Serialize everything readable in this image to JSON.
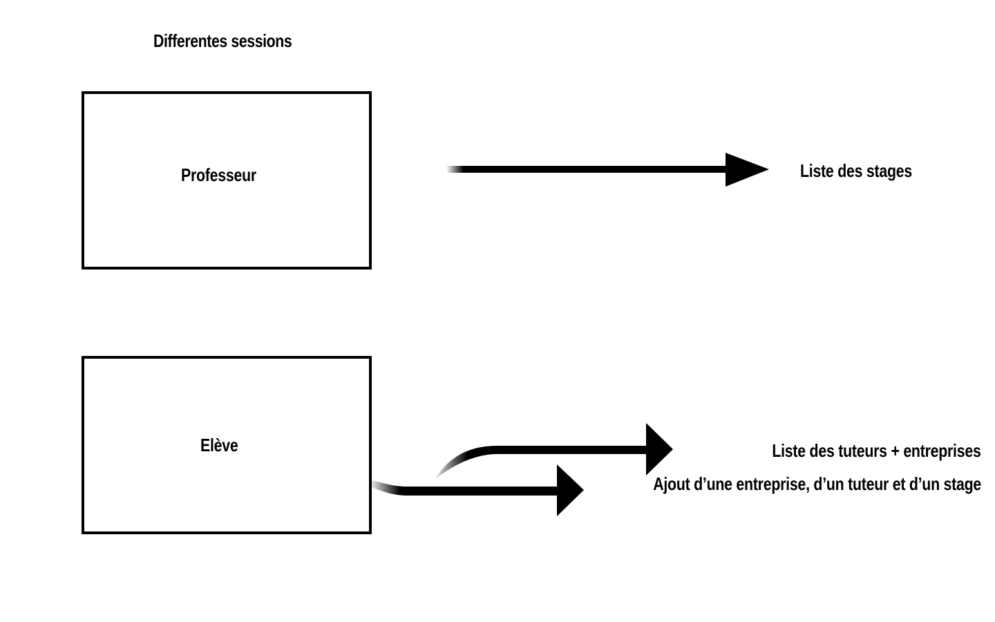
{
  "diagram": {
    "title": "Differentes sessions",
    "nodes": {
      "professeur": "Professeur",
      "eleve": "Elève"
    },
    "targets": {
      "liste_stages": "Liste des stages",
      "liste_tuteurs": "Liste des tuteurs + entreprises",
      "ajout": "Ajout d’une entreprise, d’un tuteur et d’un stage"
    },
    "edges": [
      {
        "from": "Professeur",
        "to": "Liste des stages"
      },
      {
        "from": "Elève",
        "to": "Liste des tuteurs + entreprises"
      },
      {
        "from": "Elève",
        "to": "Ajout d’une entreprise, d’un tuteur et d’un stage"
      }
    ],
    "colors": {
      "stroke": "#000000",
      "background": "#ffffff"
    }
  }
}
